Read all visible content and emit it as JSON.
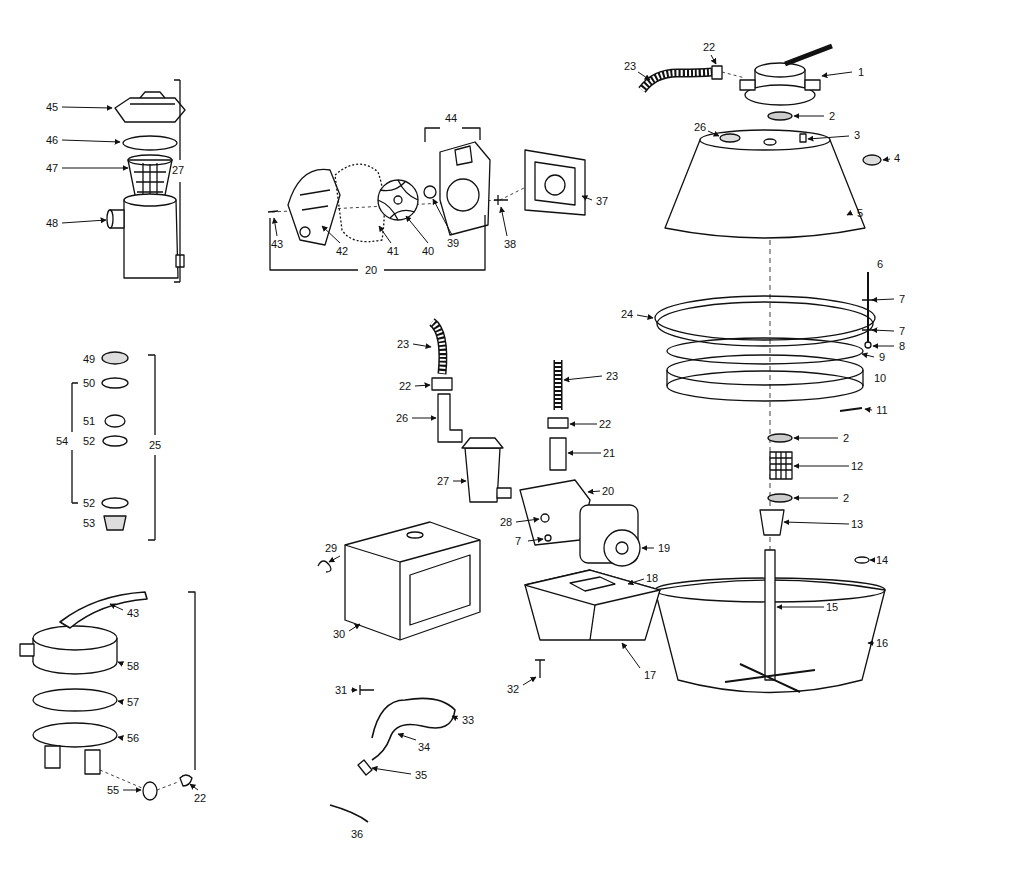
{
  "diagram": {
    "labels": [
      "45",
      "46",
      "47",
      "48",
      "27",
      "44",
      "43",
      "42",
      "41",
      "40",
      "39",
      "38",
      "37",
      "20",
      "23",
      "22",
      "1",
      "2",
      "26",
      "3",
      "4",
      "5",
      "6",
      "7",
      "24",
      "7",
      "8",
      "9",
      "10",
      "11",
      "2",
      "12",
      "2",
      "13",
      "14",
      "15",
      "16",
      "23",
      "22",
      "26",
      "23",
      "22",
      "21",
      "20",
      "27",
      "28",
      "7",
      "19",
      "18",
      "17",
      "29",
      "30",
      "31",
      "32",
      "33",
      "34",
      "35",
      "36",
      "49",
      "50",
      "51",
      "54",
      "52",
      "25",
      "52",
      "53",
      "43",
      "58",
      "57",
      "56",
      "55",
      "22"
    ]
  }
}
